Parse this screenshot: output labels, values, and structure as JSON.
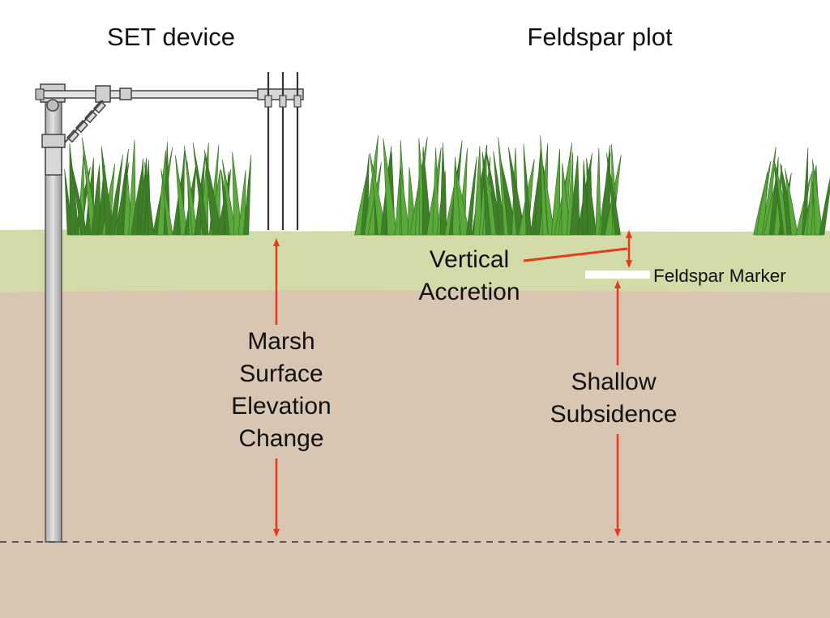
{
  "panels": {
    "set_title": "SET device",
    "feldspar_title": "Feldspar plot"
  },
  "labels": {
    "marsh_change": [
      "Marsh",
      "Surface",
      "Elevation",
      "Change"
    ],
    "vertical_accretion": [
      "Vertical",
      "Accretion"
    ],
    "shallow_subsidence": [
      "Shallow",
      "Subsidence"
    ],
    "feldspar_marker": "Feldspar Marker"
  },
  "colors": {
    "sky": "#ffffff",
    "surface_sediment": "#d3dca8",
    "subsurface_soil": "#d8c6b3",
    "arrow": "#e8391a",
    "grass": "#5aa93a",
    "grass_dark": "#3e7f28",
    "marker": "#ffffff",
    "benchmark_pipe": "#c9c9c9",
    "dashed_line": "#555555"
  }
}
